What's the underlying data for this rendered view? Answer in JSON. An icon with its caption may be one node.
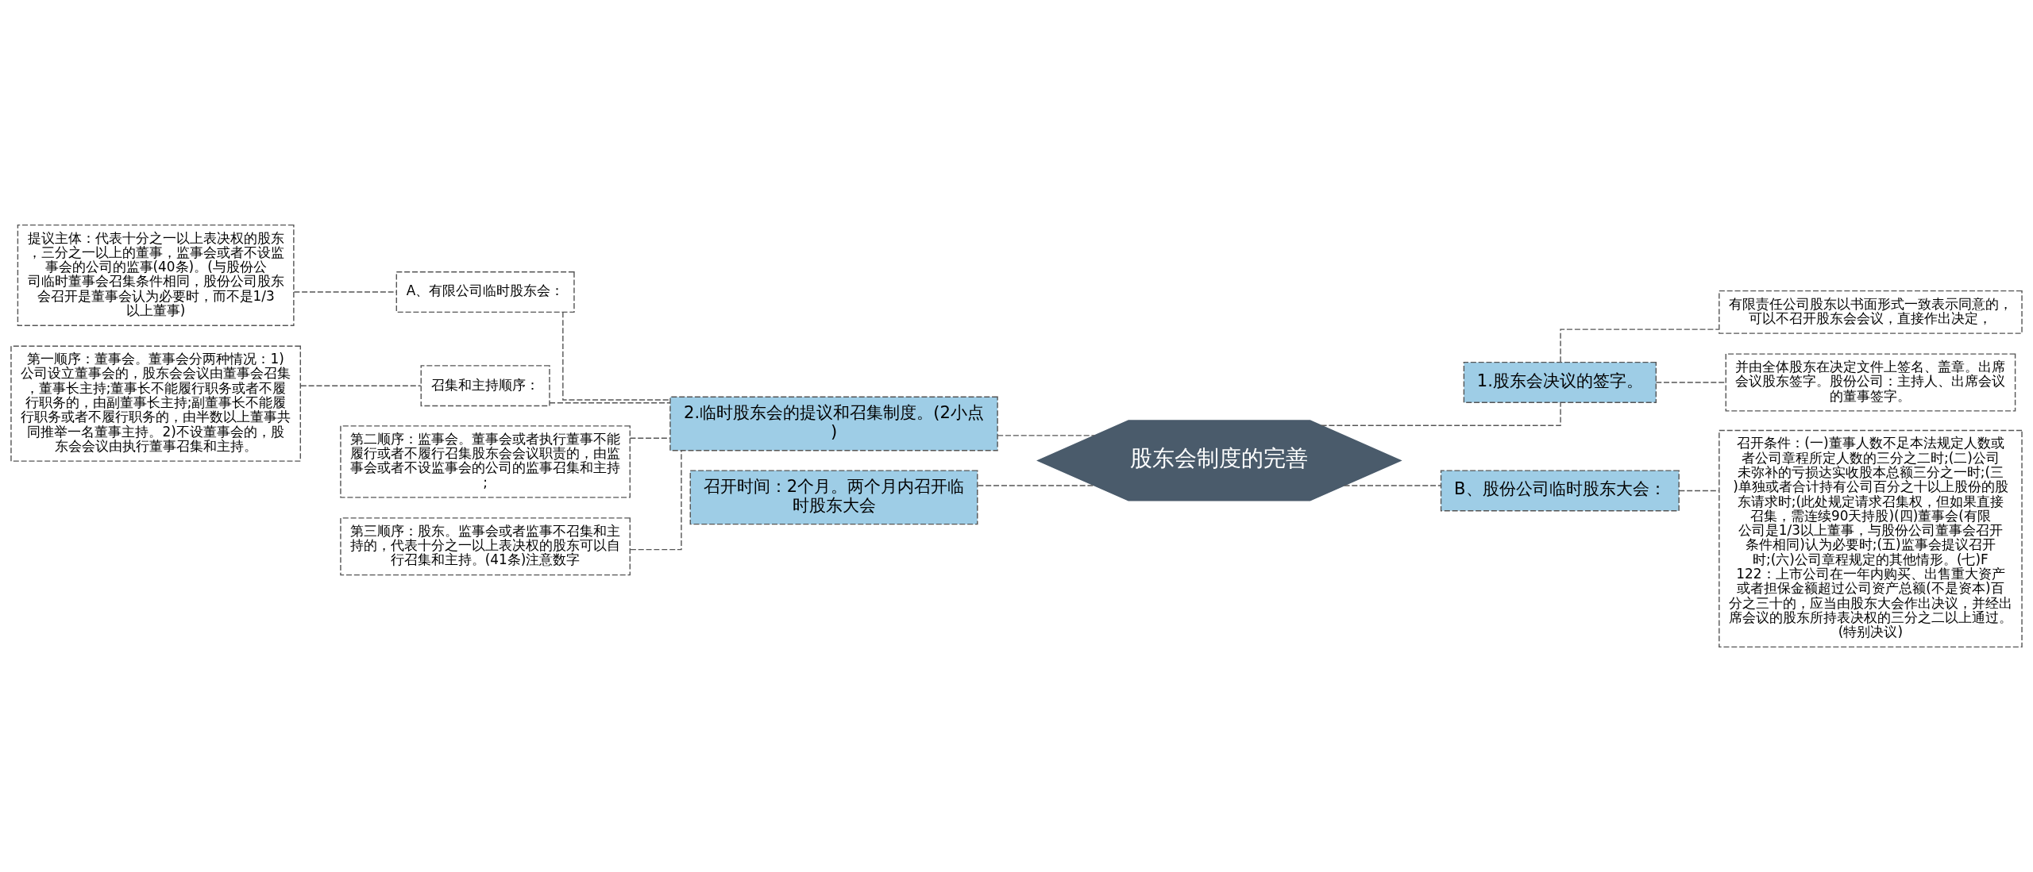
{
  "diagram": {
    "nodes": [
      {
        "text": [
          "股东会制度的完善"
        ]
      },
      {
        "text": [
          "2.临时股东会的提议和召集制度。(2小点)"
        ]
      },
      {
        "text": [
          "A、有限公司临时股东会："
        ]
      },
      {
        "text": [
          "提议主体：代表十分之一以上表决权的股东，三分之一以上的董事，监事会或者不设监事会的公司的监事(40条)。(与股份公司临时董事会召集条件相同，股份公司股东会召开是董事会认为必要时，而不是1/3以上董事)"
        ]
      },
      {
        "text": [
          "召集和主持顺序："
        ]
      },
      {
        "text": [
          "第一顺序：董事会。董事会分两种情况：1)公司设立董事会的，股东会会议由董事会召集，董事长主持;董事长不能履行职务或者不履行职务的，由副董事长主持;副董事长不能履行职务或者不履行职务的，由半数以上董事共同推举一名董事主持。2)不设董事会的，股东会会议由执行董事召集和主持。"
        ]
      },
      {
        "text": [
          "第二顺序：监事会。董事会或者执行董事不能履行或者不履行召集股东会会议职责的，由监事会或者不设监事会的公司的监事召集和主持;"
        ]
      },
      {
        "text": [
          "第三顺序：股东。监事会或者监事不召集和主持的，代表十分之一以上表决权的股东可以自行召集和主持。(41条)注意数字"
        ]
      },
      {
        "text": [
          "召开时间：2个月。两个月内召开临时股东大会"
        ]
      },
      {
        "text": [
          "1.股东会决议的签字。"
        ]
      },
      {
        "text": [
          "有限责任公司股东以书面形式一致表示同意的，可以不召开股东会会议，直接作出决定，"
        ]
      },
      {
        "text": [
          "并由全体股东在决定文件上签名、盖章。出席会议股东签字。股份公司：主持人、出席会议的董事签字。"
        ]
      },
      {
        "text": [
          "B、股份公司临时股东大会："
        ]
      },
      {
        "text": [
          "召开条件：(一)董事人数不足本法规定人数或者公司章程所定人数的三分之二时;(二)公司未弥补的亏损达实收股本总额三分之一时;(三)单独或者合计持有公司百分之十以上股份的股东请求时;(此处规定请求召集权，但如果直接召集，需连续90天持股)(四)董事会(有限公司是1/3以上董事，与股份公司董事会召开条件相同)认为必要时;(五)监事会提议召开时;(六)公司章程规定的其他情形。(七)F122：上市公司在一年内购买、出售重大资产或者担保金额超过公司资产总额(不是资本)百分之三十的，应当由股东大会作出决议，并经出席会议的股东所持表决权的三分之二以上通过。(特别决议)"
        ]
      }
    ],
    "edges": [
      {
        "from": 0,
        "to": 1,
        "arrow": "none",
        "style": "dashed"
      },
      {
        "from": 1,
        "to": 2,
        "arrow": "none",
        "style": "dashed"
      },
      {
        "from": 2,
        "to": 3,
        "arrow": "none",
        "style": "dashed"
      },
      {
        "from": 1,
        "to": 4,
        "arrow": "none",
        "style": "dashed"
      },
      {
        "from": 4,
        "to": 5,
        "arrow": "none",
        "style": "dashed"
      },
      {
        "from": 1,
        "to": 6,
        "arrow": "none",
        "style": "dashed"
      },
      {
        "from": 1,
        "to": 7,
        "arrow": "none",
        "style": "dashed"
      },
      {
        "from": 0,
        "to": 8,
        "arrow": "none",
        "style": "dashed"
      },
      {
        "from": 0,
        "to": 9,
        "arrow": "none",
        "style": "dashed"
      },
      {
        "from": 9,
        "to": 10,
        "arrow": "none",
        "style": "dashed"
      },
      {
        "from": 9,
        "to": 11,
        "arrow": "none",
        "style": "dashed"
      },
      {
        "from": 0,
        "to": 12,
        "arrow": "none",
        "style": "dashed"
      },
      {
        "from": 12,
        "to": 13,
        "arrow": "none",
        "style": "dashed"
      }
    ]
  }
}
